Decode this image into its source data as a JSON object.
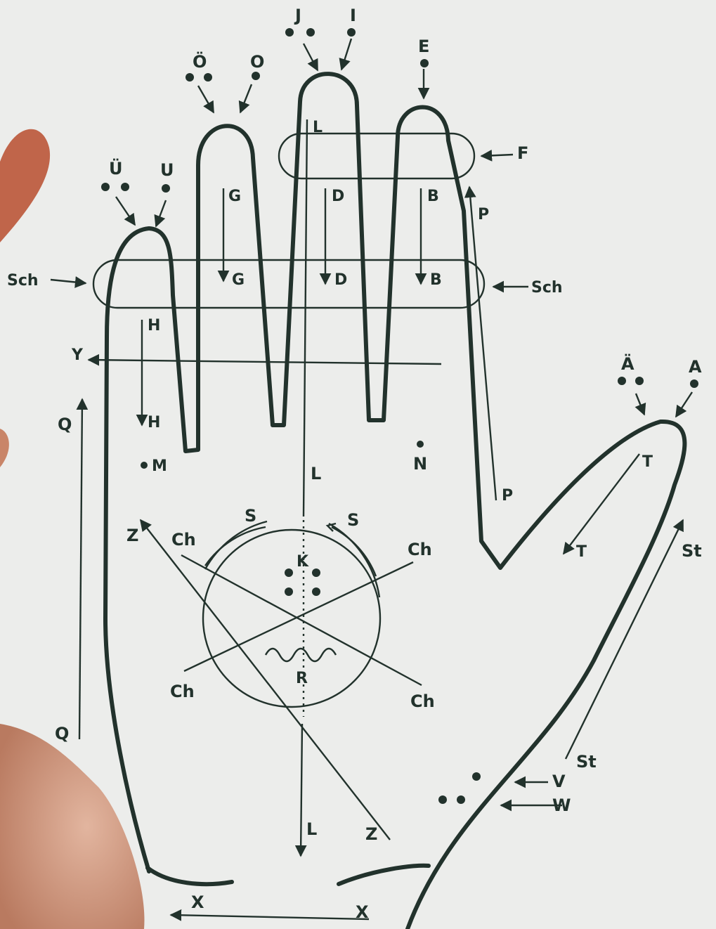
{
  "title": "",
  "labels": {
    "u_umlaut": "Ü",
    "u": "U",
    "o_umlaut": "Ö",
    "o": "O",
    "j": "J",
    "i": "I",
    "e": "E",
    "f": "F",
    "l_top": "L",
    "l_mid": "L",
    "l_bottom": "L",
    "g_top": "G",
    "g_bottom": "G",
    "d_top": "D",
    "d_bottom": "D",
    "b_top": "B",
    "b_bottom": "B",
    "p_top": "P",
    "p_bottom": "P",
    "sch_left": "Sch",
    "sch_right": "Sch",
    "h_top": "H",
    "h_bottom": "H",
    "y": "Y",
    "q_top": "Q",
    "q_bottom": "Q",
    "m": "M",
    "n": "N",
    "a_umlaut": "Ä",
    "a": "A",
    "t_top": "T",
    "t_bottom": "T",
    "s_left": "S",
    "s_right": "S",
    "z_top": "Z",
    "z_bottom": "Z",
    "ch_top_left": "Ch",
    "ch_top_right": "Ch",
    "ch_bottom_left": "Ch",
    "ch_bottom_right": "Ch",
    "k": "K",
    "r": "R",
    "st_top": "St",
    "st_bottom": "St",
    "v": "V",
    "w": "W",
    "x_left": "X",
    "x_right": "X"
  },
  "colors": {
    "ink": "#22322c",
    "paper": "#ecedeb",
    "skin": "#d9a58d"
  }
}
